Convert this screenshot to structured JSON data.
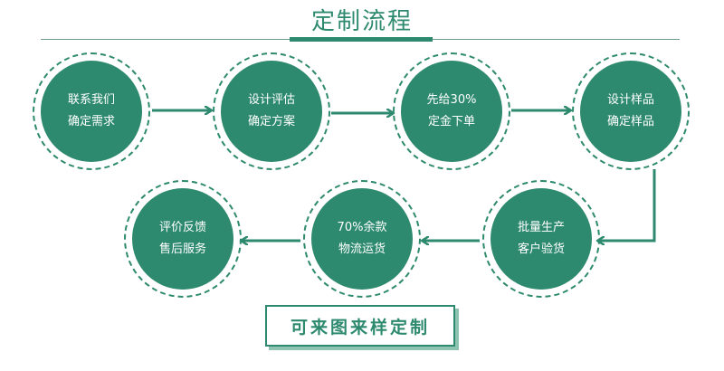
{
  "header": {
    "title": "定制流程"
  },
  "steps": [
    {
      "line1": "联系我们",
      "line2": "确定需求"
    },
    {
      "line1": "设计评估",
      "line2": "确定方案"
    },
    {
      "line1": "先给30%",
      "line2": "定金下单"
    },
    {
      "line1": "设计样品",
      "line2": "确定样品"
    },
    {
      "line1": "批量生产",
      "line2": "客户验货"
    },
    {
      "line1": "70%余款",
      "line2": "物流运货"
    },
    {
      "line1": "评价反馈",
      "line2": "售后服务"
    }
  ],
  "footer": {
    "label": "可来图来样定制"
  },
  "colors": {
    "primary": "#2e8a6e",
    "shadow": "#8ec2b1"
  }
}
